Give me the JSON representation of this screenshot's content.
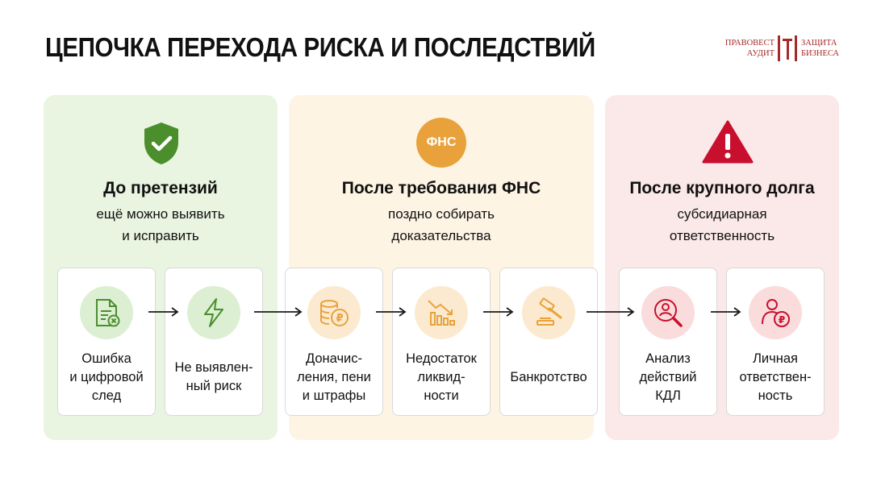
{
  "title": "ЦЕПОЧКА ПЕРЕХОДА РИСКА И ПОСЛЕДСТВИЙ",
  "logo": {
    "left_line1": "ПРАВОВЕСТ",
    "left_line2": "АУДИТ",
    "right_line1": "ЗАЩИТА",
    "right_line2": "БИЗНЕСА"
  },
  "colors": {
    "green": "#4a8f2c",
    "orange": "#e9a23b",
    "red": "#c8102e"
  },
  "phases": [
    {
      "icon": "shield-check-icon",
      "title": "До претензий",
      "subtitle_line1": "ещё можно выявить",
      "subtitle_line2": "и исправить"
    },
    {
      "icon": "fns-badge-icon",
      "badge_text": "ФНС",
      "title": "После требования ФНС",
      "subtitle_line1": "поздно собирать",
      "subtitle_line2": "доказательства"
    },
    {
      "icon": "warning-triangle-icon",
      "title": "После крупного долга",
      "subtitle_line1": "субсидиарная",
      "subtitle_line2": "ответственность"
    }
  ],
  "steps": [
    {
      "icon": "document-error-icon",
      "label": "Ошибка\nи цифровой\nслед"
    },
    {
      "icon": "lightning-icon",
      "label": "Не выявлен-\nный риск"
    },
    {
      "icon": "coins-ruble-icon",
      "label": "Доначис-\nления, пени\nи штрафы"
    },
    {
      "icon": "declining-chart-icon",
      "label": "Недостаток\nликвид-\nности"
    },
    {
      "icon": "gavel-icon",
      "label": "Банкротство"
    },
    {
      "icon": "person-search-icon",
      "label": "Анализ\nдействий\nКДЛ"
    },
    {
      "icon": "person-ruble-icon",
      "label": "Личная\nответствен-\nность"
    }
  ]
}
